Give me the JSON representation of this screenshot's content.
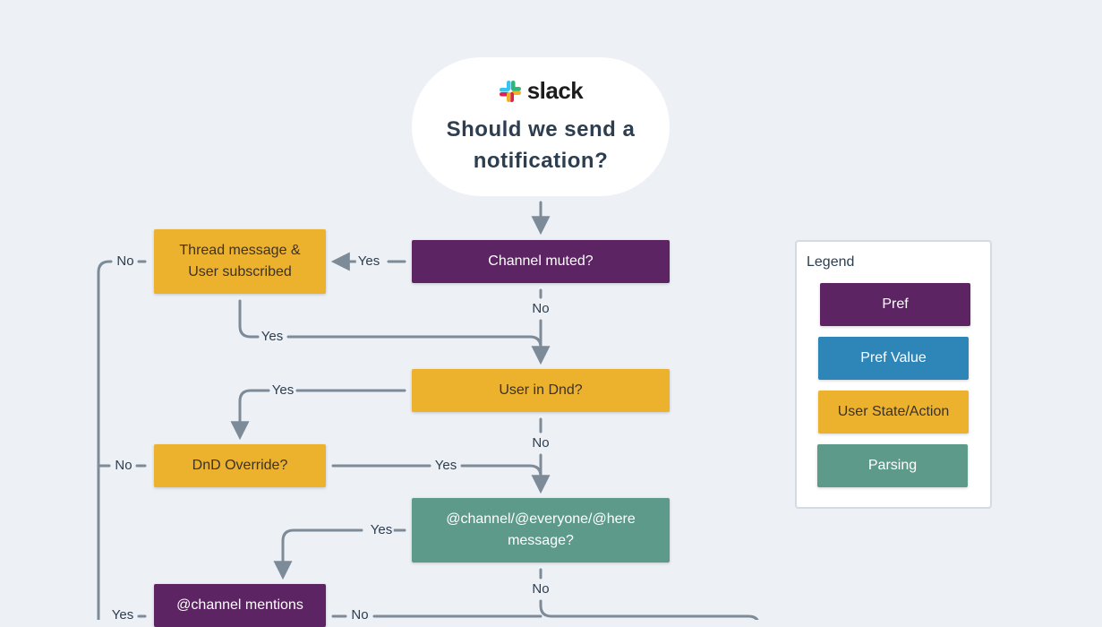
{
  "start": {
    "brand": "slack",
    "question": "Should we send a notification?"
  },
  "colors": {
    "pref": "#5c2462",
    "pref_value": "#2e86b8",
    "user_state_action": "#ecb22e",
    "parsing": "#5e9a8a",
    "edge": "#7d8b99",
    "background": "#edf0f5"
  },
  "nodes": {
    "channel_muted": "Channel muted?",
    "thread_subscribed": "Thread message & User subscribed",
    "user_in_dnd": "User in Dnd?",
    "dnd_override": "DnD Override?",
    "channel_everyone_here": "@channel/@everyone/@here message?",
    "channel_mentions": "@channel mentions"
  },
  "edge_labels": {
    "yes": "Yes",
    "no": "No"
  },
  "legend": {
    "title": "Legend",
    "items": [
      "Pref",
      "Pref Value",
      "User State/Action",
      "Parsing"
    ]
  }
}
